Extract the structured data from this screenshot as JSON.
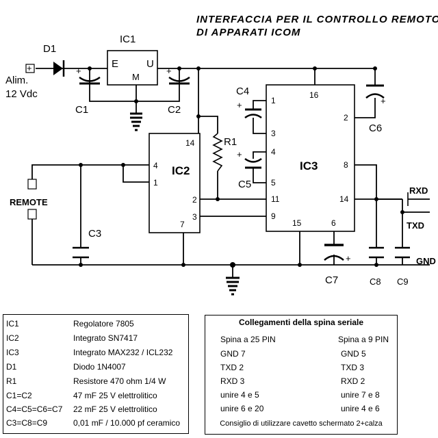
{
  "title": {
    "line1": "INTERFACCIA PER IL CONTROLLO REMOTO",
    "line2": "DI APPARATI ICOM"
  },
  "schematic": {
    "components": {
      "ic1": "IC1",
      "ic2": "IC2",
      "ic3": "IC3",
      "d1": "D1",
      "r1": "R1",
      "c1": "C1",
      "c2": "C2",
      "c3": "C3",
      "c4": "C4",
      "c5": "C5",
      "c6": "C6",
      "c7": "C7",
      "c8": "C8",
      "c9": "C9"
    },
    "ic1_pins": {
      "e": "E",
      "m": "M",
      "u": "U"
    },
    "ic2_pins": {
      "p14": "14",
      "p4": "4",
      "p1": "1",
      "p2": "2",
      "p3": "3",
      "p7": "7"
    },
    "ic3_pins": {
      "p1": "1",
      "p3": "3",
      "p4": "4",
      "p5": "5",
      "p16": "16",
      "p2": "2",
      "p8": "8",
      "p11": "11",
      "p14": "14",
      "p9": "9",
      "p15": "15",
      "p6": "6"
    },
    "labels": {
      "alim_line1": "Alim.",
      "alim_line2": "12 Vdc",
      "plus": "+",
      "remote": "REMOTE",
      "rxd": "RXD",
      "txd": "TXD",
      "gnd": "GND"
    }
  },
  "legend": {
    "rows": [
      {
        "ref": "IC1",
        "desc": "Regolatore 7805"
      },
      {
        "ref": "IC2",
        "desc": "Integrato SN7417"
      },
      {
        "ref": "IC3",
        "desc": "Integrato MAX232 / ICL232"
      },
      {
        "ref": "D1",
        "desc": "Diodo 1N4007"
      },
      {
        "ref": "R1",
        "desc": "Resistore 470 ohm 1/4 W"
      },
      {
        "ref": "C1=C2",
        "desc": "47 mF 25 V elettrolitico"
      },
      {
        "ref": "C4=C5=C6=C7",
        "desc": "22 mF 25 V elettrolitico"
      },
      {
        "ref": "C3=C8=C9",
        "desc": "0,01 mF / 10.000 pf ceramico"
      }
    ]
  },
  "serial": {
    "title": "Collegamenti della spina seriale",
    "left_header": "Spina a 25 PIN",
    "right_header": "Spina a 9 PIN",
    "rows": [
      {
        "left": "GND  7",
        "right": "GND    5"
      },
      {
        "left": "TXD   2",
        "right": "TXD    3"
      },
      {
        "left": "RXD   3",
        "right": "RXD    2"
      },
      {
        "left": "unire 4 e 5",
        "right": "unire 7 e 8"
      },
      {
        "left": "unire 6 e 20",
        "right": "unire 4 e 6"
      }
    ],
    "note": "Consiglio di utilizzare cavetto schermato 2+calza"
  }
}
